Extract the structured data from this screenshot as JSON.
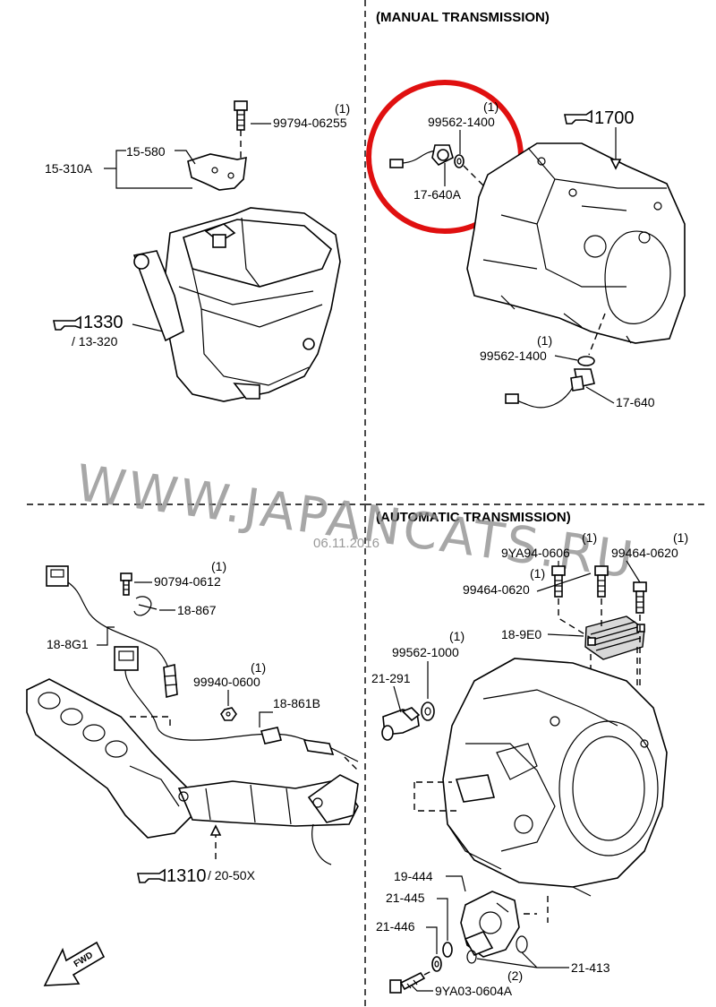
{
  "sections": {
    "manual": {
      "header": "(MANUAL TRANSMISSION)"
    },
    "automatic": {
      "header": "(AUTOMATIC TRANSMISSION)"
    }
  },
  "watermark": {
    "text": "WWW.JAPANCATS.RU",
    "date": "06.11.2016"
  },
  "callouts": {
    "c_99794_06255": {
      "qty": "(1)",
      "code": "99794-06255"
    },
    "c_15_580": {
      "code": "15-580"
    },
    "c_15_310A": {
      "code": "15-310A"
    },
    "c_1330": {
      "ref": "1330",
      "sub": "/ 13-320"
    },
    "c_99562_1400_top": {
      "qty": "(1)",
      "code": "99562-1400"
    },
    "c_17_640A": {
      "code": "17-640A"
    },
    "c_1700": {
      "ref": "1700"
    },
    "c_99562_1400_bot": {
      "qty": "(1)",
      "code": "99562-1400"
    },
    "c_17_640": {
      "code": "17-640"
    },
    "c_90794_0612": {
      "qty": "(1)",
      "code": "90794-0612"
    },
    "c_18_867": {
      "code": "18-867"
    },
    "c_18_8G1": {
      "code": "18-8G1"
    },
    "c_99940_0600": {
      "qty": "(1)",
      "code": "99940-0600"
    },
    "c_18_861B": {
      "code": "18-861B"
    },
    "c_1310": {
      "ref": "1310",
      "sub": "/ 20-50X"
    },
    "c_9YA94_0606": {
      "qty": "(1)",
      "code": "9YA94-0606"
    },
    "c_99464_0620_a": {
      "qty": "(1)",
      "code": "99464-0620"
    },
    "c_99464_0620_b": {
      "qty": "(1)",
      "code": "99464-0620"
    },
    "c_18_9E0": {
      "code": "18-9E0"
    },
    "c_99562_1000": {
      "qty": "(1)",
      "code": "99562-1000"
    },
    "c_21_291": {
      "code": "21-291"
    },
    "c_19_444": {
      "code": "19-444"
    },
    "c_21_445": {
      "code": "21-445"
    },
    "c_21_446": {
      "code": "21-446"
    },
    "c_21_413": {
      "code": "21-413"
    },
    "c_9YA03_0604A": {
      "qty": "(2)",
      "code": "9YA03-0604A"
    }
  },
  "fwd_arrow": {
    "label": "FWD"
  },
  "colors": {
    "highlight_circle": "#e01010",
    "watermark": "#8a8a8a"
  },
  "icons": {
    "reference_hand": "pointing-hand-icon"
  }
}
